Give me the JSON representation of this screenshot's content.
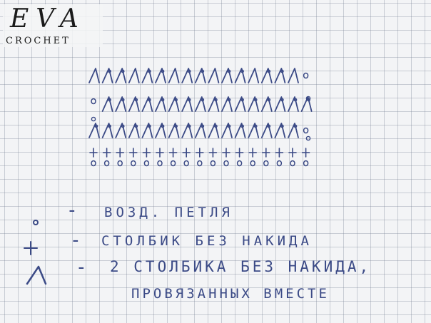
{
  "logo": {
    "main": "EVA",
    "sub": "CROCHET"
  },
  "ink_color": "#3b4a86",
  "chart_rows": [
    {
      "symbols": [
        "dec",
        "dec",
        "dec",
        "dec",
        "dec",
        "dec",
        "dec",
        "dec",
        "dec",
        "dec",
        "dec",
        "dec",
        "dec",
        "dec",
        "dec",
        "dec",
        "chain"
      ]
    },
    {
      "symbols": [
        "chain",
        "dec",
        "dec",
        "dec",
        "dec",
        "dec",
        "dec",
        "dec",
        "dec",
        "dec",
        "dec",
        "dec",
        "dec",
        "dec",
        "dec",
        "dec",
        "dec"
      ]
    },
    {
      "symbols": [
        "dec",
        "dec",
        "dec",
        "dec",
        "dec",
        "dec",
        "dec",
        "dec",
        "dec",
        "dec",
        "dec",
        "dec",
        "dec",
        "dec",
        "dec",
        "dec",
        "chain"
      ]
    },
    {
      "symbols": [
        "sc",
        "sc",
        "sc",
        "sc",
        "sc",
        "sc",
        "sc",
        "sc",
        "sc",
        "sc",
        "sc",
        "sc",
        "sc",
        "sc",
        "sc",
        "sc",
        "sc"
      ]
    },
    {
      "symbols": [
        "chain",
        "chain",
        "chain",
        "chain",
        "chain",
        "chain",
        "chain",
        "chain",
        "chain",
        "chain",
        "chain",
        "chain",
        "chain",
        "chain",
        "chain",
        "chain",
        "chain"
      ]
    }
  ],
  "legend": [
    {
      "symbol": "chain",
      "dash": "-",
      "text": "ВОЗД. ПЕТЛЯ"
    },
    {
      "symbol": "sc",
      "dash": "-",
      "text": "СТОЛБИК  БЕЗ  НАКИДА"
    },
    {
      "symbol": "dec",
      "dash": "-",
      "text": "2  СТОЛБИКА  БЕЗ  НАКИДА,",
      "text2": "ПРОВЯЗАННЫХ  ВМЕСТЕ"
    }
  ]
}
